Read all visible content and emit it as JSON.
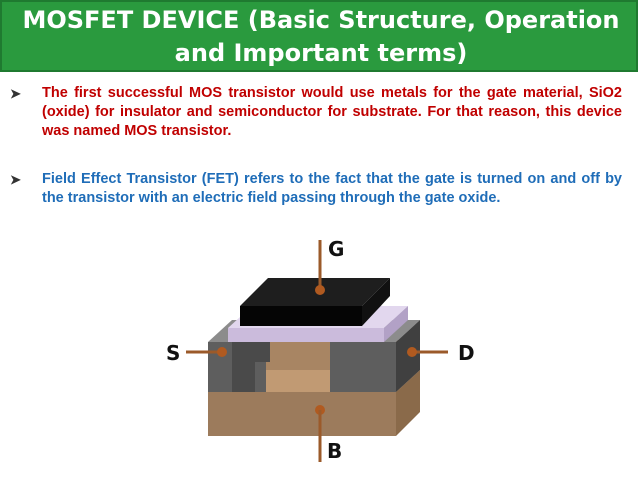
{
  "header": {
    "title_line1": "MOSFET DEVICE (Basic Structure, Operation",
    "title_line2": "and Important terms)",
    "background_color": "#2a9a3e"
  },
  "bullets": [
    {
      "icon": "arrow-bullet-icon",
      "text": "The first successful MOS transistor would use metals for the gate material, SiO2 (oxide) for insulator and semiconductor for substrate. For that reason, this device was named MOS transistor.",
      "color": "#c00000"
    },
    {
      "icon": "arrow-bullet-icon",
      "text": "Field Effect Transistor (FET) refers to the fact that the gate is turned on and off by the transistor with an electric field passing through the gate oxide.",
      "color": "#1f6db8"
    }
  ],
  "diagram": {
    "gate_label": "G",
    "source_label": "S",
    "drain_label": "D",
    "body_label": "B"
  }
}
